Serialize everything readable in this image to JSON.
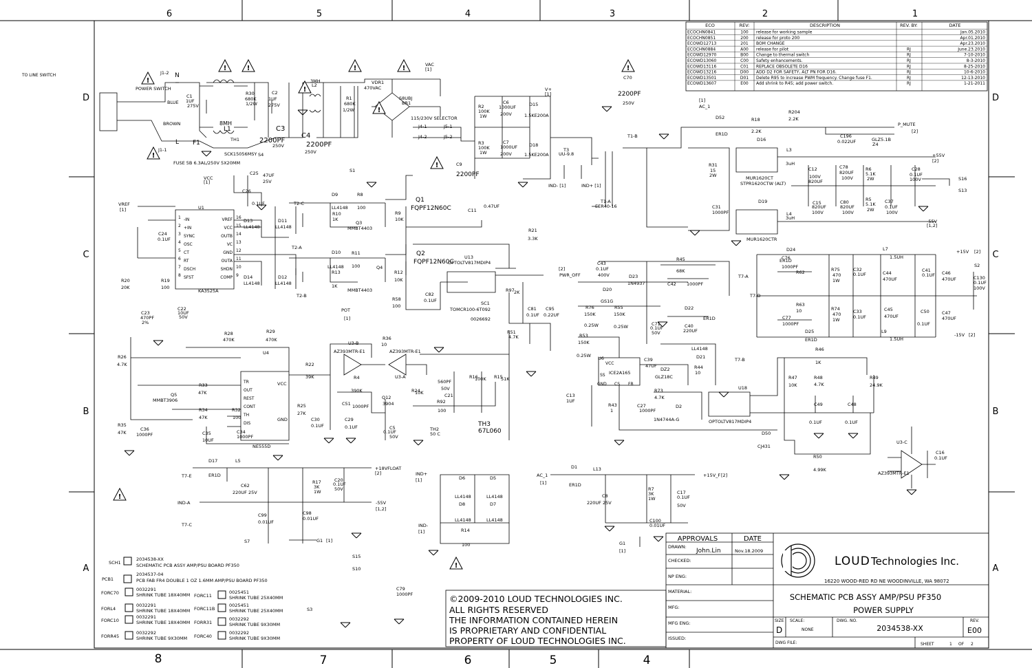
{
  "zones": {
    "top": [
      "6",
      "5",
      "4",
      "3",
      "2",
      "1"
    ],
    "bottom": [
      "8",
      "7",
      "6",
      "5",
      "4"
    ],
    "left": [
      "D",
      "C",
      "B",
      "A"
    ],
    "right": [
      "D",
      "C",
      "B",
      "A"
    ]
  },
  "line_switch_label": "TO LINE SWITCH",
  "eco_table": {
    "headers": [
      "ECO",
      "REV:",
      "DESCRIPTION",
      "REV. BY:",
      "DATE"
    ],
    "rows": [
      [
        "ECOCHN0841",
        "100",
        "release for working sample",
        "",
        "Jan.05.2010"
      ],
      [
        "ECOCHN0851",
        "200",
        "release for proto 200",
        "",
        "Apr.01.2010"
      ],
      [
        "ECOWD12713",
        "201",
        "BOM CHANGE",
        "",
        "Apr.23.2010"
      ],
      [
        "ECOCHN0884",
        "A00",
        "release for pilot",
        "RJ",
        "June.23.2010"
      ],
      [
        "ECOWD12970",
        "B00",
        "Change to thermal switch",
        "RJ",
        "7-10-2010"
      ],
      [
        "ECOWD13060",
        "C00",
        "Safety enhancements.",
        "RJ",
        "8-3-2010"
      ],
      [
        "ECOWD13116",
        "C01",
        "REPLACE OBSOLETE D16",
        "RJ",
        "8-25-2010"
      ],
      [
        "ECOWD13216",
        "D00",
        "ADD D2 FOR SAFETY, ALT PN FOR D16.",
        "RJ",
        "10-6-2010"
      ],
      [
        "ECOWD13501",
        "D01",
        "Delete R95 to increase PWM frequency. Change fuse F1.",
        "RJ",
        "12-13-2010"
      ],
      [
        "ECOWD13607",
        "E00",
        "Add shrink to R45; add power switch.",
        "RJ",
        "1-21-2011"
      ]
    ]
  },
  "labels": {
    "power_switch": "POWER SWITCH",
    "j12": "J1-2",
    "n": "N",
    "j11": "J1-1",
    "l": "L",
    "blue": "BLUE",
    "brown": "BROWN",
    "fuse": "FUSE 5B 6.3AL/250V 5X20MM",
    "f1": "F1",
    "th1": "TH1",
    "th1_val": "SCK15056MSY",
    "l1": "L1",
    "l1_val": "8MH",
    "l2": "L2",
    "l2_val": "3MH",
    "c1": "C1",
    "c1_v": "1UF",
    "c1_r": "275V",
    "r30": "R30",
    "r30_v": "680K",
    "r30_p": "1/2W",
    "c2": "C2",
    "c2_v": "1UF",
    "c2_r": "275V",
    "c3": "C3",
    "c3_v": "2200PF",
    "c3_r": "250V",
    "s4": "S4",
    "c4": "C4",
    "c4_v": "2200PF",
    "c4_r": "250V",
    "r1": "R1",
    "r1_v": "680K",
    "r1_p": "1/2W",
    "vdr1": "VDR1",
    "vdr1_v": "470VAC",
    "br1": "BR1",
    "br1_v": "S8UBJ",
    "vac": "VAC",
    "vac_pin": "[1]",
    "selector": "115/230V SELECTOR",
    "j41": "J4-1",
    "j42": "J4-2",
    "j51": "J5-1",
    "j52": "J5-2",
    "r2": "R2",
    "r2_v": "100K",
    "r2_p": "1W",
    "r3": "R3",
    "r3_v": "100K",
    "r3_p": "1W",
    "c6": "C6",
    "c6_v": "1000UF",
    "c6_r": "200V",
    "c7": "C7",
    "c7_v": "1000UF",
    "c7_r": "200V",
    "d15": "D15",
    "d15_v": "1.5KE200A",
    "d18": "D18",
    "d18_v": "1.5KE200A",
    "vplus": "V+",
    "vplus_pin": "[1]",
    "c70": "C70",
    "c70_v": "2200PF",
    "c70_r": "250V",
    "s1": "S1",
    "c9": "C9",
    "c9_v": "2200PF",
    "t3": "T3",
    "t3_v": "UU-9.8",
    "indm": "IND- [1]",
    "indp": "IND+ [1]",
    "t1a": "T1-A",
    "t1a_v": "EER40-16",
    "t1b": "T1-B",
    "ac1": "AC_1",
    "ac1_pin": "[1]",
    "vcc": "VCC",
    "vcc_pin": "[1]",
    "c25": "C25",
    "c25_v": "47UF",
    "c25_r": "25V",
    "c26": "C26",
    "c26_v": "0.1UF",
    "vref": "VREF",
    "vref_pin": "[1]",
    "u1": "U1",
    "u1_v": "KA3525A",
    "u1_pins_left": [
      "-IN",
      "+IN",
      "SYNC",
      "OSC",
      "CT",
      "RT",
      "DSCH",
      "SFST"
    ],
    "u1_pins_right": [
      "VREF",
      "VCC",
      "OUTB",
      "VC",
      "GND",
      "OUTA",
      "SHDN",
      "COMP"
    ],
    "u1_nums_left": [
      "1",
      "2",
      "3",
      "4",
      "5",
      "6",
      "7",
      "8"
    ],
    "u1_nums_right": [
      "16",
      "15",
      "14",
      "13",
      "12",
      "11",
      "10",
      "9"
    ],
    "c24": "C24",
    "c24_v": "0.1UF",
    "r20": "R20",
    "r20_v": "20K",
    "r19": "R19",
    "r19_v": "100",
    "c23": "C23",
    "c23_v": "470PF",
    "c23_t": "2%",
    "c22": "C22",
    "c22_v": "10UF",
    "c22_r": "50V",
    "d13": "D13",
    "d13_v": "LL4148",
    "d11": "D11",
    "d11_v": "LL4148",
    "d14": "D14",
    "d14_v": "LL4148",
    "d12": "D12",
    "d12_v": "LL4148",
    "t2c": "T2-C",
    "t2a": "T2-A",
    "t2b": "T2-B",
    "d9": "D9",
    "d9_v": "LL4148",
    "r8": "R8",
    "r8_v": "100",
    "r10": "R10",
    "r10_v": "1K",
    "q3": "Q3",
    "q3_v": "MMBT4403",
    "r9": "R9",
    "r9_v": "10K",
    "q1": "Q1",
    "q1_v": "FQPF12N60C",
    "c11": "C11",
    "c11_v": "0.47UF",
    "d10": "D10",
    "d10_v": "LL4148",
    "r11": "R11",
    "r11_v": "100",
    "r13": "R13",
    "r13_v": "1K",
    "q4": "Q4",
    "q4_v": "MMBT4403",
    "r12": "R12",
    "r12_v": "10K",
    "q2": "Q2",
    "q2_v": "FQPF12N60C",
    "r21": "R21",
    "r21_v": "3.3K",
    "u13": "U13",
    "u13_v": "OPTOLTV817MDIP4",
    "pwr_off": "PWR_OFF",
    "pwr_off_pin": "[2]",
    "r58": "R58",
    "r58_v": "100",
    "c82": "C82",
    "c82_v": "0.1UF",
    "sc1": "SC1",
    "sc1_v": "TOMCR100-6T092",
    "sc1_p": "0026692",
    "r97": "R97",
    "r97_v": "2K",
    "r51": "R51",
    "r51_v": "4.7K",
    "c81": "C81",
    "c81_v": "0.1UF",
    "c95": "C95",
    "c95_v": "0.22UF",
    "pot": "POT",
    "pot_pin": "[1]",
    "r36": "R36",
    "r36_v": "10",
    "c70b": "C70",
    "t2a_lbl": "T2-A",
    "r28": "R28",
    "r28_v": "470K",
    "r29": "R29",
    "r29_v": "470K",
    "u4": "U4",
    "u4_v": "NE555D",
    "u4_pins": [
      "TR",
      "OUT",
      "REST",
      "CONT",
      "TH",
      "DIS"
    ],
    "u4_vcc": "VCC",
    "u4_gnd": "GND",
    "r26": "R26",
    "r26_v": "4.7K",
    "q5": "Q5",
    "q5_v": "MMBT3906",
    "r33": "R33",
    "r33_v": "47K",
    "r34": "R34",
    "r34_v": "47K",
    "r32": "R32",
    "r32_v": "100",
    "r35": "R35",
    "r35_v": "47K",
    "c36": "C36",
    "c36_v": "1000PF",
    "c35": "C35",
    "c35_v": "10UF",
    "c34": "C34",
    "c34_v": "1000PF",
    "r22": "R22",
    "r22_v": "39K",
    "r25": "R25",
    "r25_v": "27K",
    "u3b": "U3-B",
    "u3b_v": "AZ393MTR-E1",
    "u3a": "U3-A",
    "u3a_v": "AZ393MTR-E1",
    "r4": "R4",
    "r4_v": "390K",
    "c51": "C51",
    "c51_v": "1000PF",
    "c30": "C30",
    "c30_v": "0.1UF",
    "c29": "C29",
    "c29_v": "0.1UF",
    "q12": "Q12",
    "q12_v": "3904",
    "c5": "C5",
    "c5_v": "0.1UF",
    "c5_r": "50V",
    "r24": "R24",
    "r24_v": "10K",
    "r92": "R92",
    "r92_v": "100",
    "c21": "C21",
    "c21_v": "560PF",
    "c21_r": "50V",
    "th2": "TH2",
    "th2_v": "50 C",
    "r16": "R16",
    "r16_v": "100K",
    "r15": "R15",
    "r15_v": "51K",
    "th3": "TH3",
    "th3_v": "67L060",
    "d17": "D17",
    "d17_v": "ER1D",
    "l5": "L5",
    "t7e": "T7-E",
    "t7c": "T7-C",
    "c62": "C62",
    "c62_v": "220UF 25V",
    "r17": "R17",
    "r17_v": "3K",
    "r17_p": "1W",
    "c20": "C20",
    "c20_v": "0.1UF",
    "c20_r": "50V",
    "p18vfloat": "+18VFLOAT",
    "p18vfloat_pin": "[2]",
    "m55v": "-55V",
    "m55v_pin": "[1,2]",
    "inda": "IND-A",
    "c99": "C99",
    "c99_v": "0.01UF",
    "c98": "C98",
    "c98_v": "0.01UF",
    "s7": "S7",
    "g1": "G1",
    "g1_pin": "[1]",
    "indp2": "IND+",
    "indp2_pin": "[1]",
    "indm2": "IND-",
    "indm2_pin": "[1]",
    "d6": "D6",
    "d6_v": "LL4148",
    "d5": "D5",
    "d5_v": "LL4148",
    "d8": "D8",
    "d8_v": "LL4148",
    "d7": "D7",
    "d7_v": "LL4148",
    "r14": "R14",
    "r14_v": "100",
    "d52": "D52",
    "d52_v": "ER1D",
    "r18": "R18",
    "r18_v": "2.2K",
    "r204": "R204",
    "r204_v": "2.2K",
    "c196": "C196",
    "c196_v": "0.022UF",
    "p_mute": "P_MUTE",
    "p_mute_pin": "[2]",
    "z4": "Z4",
    "z4_v": "GLZ5.1B",
    "d16": "D16",
    "d16_v": "MUR1620CT",
    "d16_alt": "STPR1620CTW (ALT)",
    "d19": "D19",
    "d19_v": "MUR1620CTR",
    "r31": "R31",
    "r31_v": "15",
    "r31_p": "2W",
    "c31": "C31",
    "c31_v": "1000PF",
    "l3": "L3",
    "l3_v": "3uH",
    "l4": "L4",
    "l4_v": "3uH",
    "c12": "C12",
    "c12_v": "100V",
    "c12_r": "820UF",
    "c78": "C78",
    "c78_v": "820UF",
    "c78_r": "100V",
    "r6": "R6",
    "r6_v": "5.1K",
    "r6_p": "2W",
    "c28": "C28",
    "c28_v": "0.1UF",
    "c28_r": "100V",
    "p55v": "+55V",
    "p55v_pin": "[2]",
    "c15": "C15",
    "c15_v": "820UF",
    "c15_r": "100V",
    "c80": "C80",
    "c80_v": "820UF",
    "c80_r": "100V",
    "r5": "R5",
    "r5_v": "5.1K",
    "r5_p": "2W",
    "c37": "C37",
    "c37_v": "0.1UF",
    "c37_r": "100V",
    "m55v2": "-55V",
    "m55v2_pin": "[1,2]",
    "s16": "S16",
    "s13": "S13",
    "c43": "C43",
    "c43_v": "0.1UF",
    "c43_r": "400V",
    "d23": "D23",
    "d23_v": "1N4937",
    "r45": "R45",
    "r45_v": "68K",
    "c42": "C42",
    "c42_v": "1000PF",
    "t7a": "T7-A",
    "d20": "D20",
    "d20_v": "GS1G",
    "r76": "R76",
    "r76_v": "150K",
    "r76_p": "0.25W",
    "r55": "R55",
    "r55_v": "150K",
    "r55_p": "0.25W",
    "r53": "R53",
    "r53_v": "150K",
    "r53_p": "0.25W",
    "d22": "D22",
    "d22_v": "ER1D",
    "c71": "C71",
    "c71_v": "0.1UF",
    "c71_r": "50V",
    "c40": "C40",
    "c40_v": "220UF",
    "u6": "U6",
    "u6_v": "ICE2A165",
    "u6_pins": [
      "SS",
      "VCC",
      "GND",
      "CS",
      "FB"
    ],
    "c39": "C39",
    "c39_v": "47UF",
    "dz2": "DZ2",
    "dz2_v": "GLZ18C",
    "r44": "R44",
    "r44_v": "10",
    "d21": "D21",
    "d21_v": "LL4148",
    "t7b": "T7-B",
    "c13": "C13",
    "c13_v": "1UF",
    "r43": "R43",
    "r43_v": "1",
    "c27": "C27",
    "c27_v": "1000PF",
    "r73": "R73",
    "r73_v": "4.7K",
    "d2": "D2",
    "d2_v": "1N4744A-G",
    "u18": "U18",
    "u18_v": "OPTOLTV817MDIP4",
    "d24": "D24",
    "d24_v": "ER1D",
    "c76": "C76",
    "c76_v": "1000PF",
    "r62": "R62",
    "r62_v": "10",
    "r75": "R75",
    "r75_v": "470",
    "r75_p": "1W",
    "c32": "C32",
    "c32_v": "0.1UF",
    "c44": "C44",
    "c44_v": "470UF",
    "l7": "L7",
    "l7_v": "1.5UH",
    "c41": "C41",
    "c41_v": "0.1UF",
    "c46": "C46",
    "c46_v": "470UF",
    "p15v": "+15V",
    "p15v_pin": "[2]",
    "s2": "S2",
    "c130": "C130",
    "c130_v": "0.1UF",
    "c130_r": "100V",
    "t7d": "T7-D",
    "r63": "R63",
    "r63_v": "10",
    "c77": "C77",
    "c77_v": "1000PF",
    "r74": "R74",
    "r74_v": "470",
    "r74_p": "1W",
    "c33": "C33",
    "c33_v": "0.1UF",
    "c45": "C45",
    "c45_v": "470UF",
    "c50": "C50",
    "c50_v": "0.1UF",
    "c47": "C47",
    "c47_v": "470UF",
    "d25": "D25",
    "d25_v": "ER1D",
    "l9": "L9",
    "l9_v": "1.5UH",
    "m15v": "-15V",
    "m15v_pin": "[2]",
    "r46": "R46",
    "r46_v": "1K",
    "r47": "R47",
    "r47_v": "10K",
    "r48": "R48",
    "r48_v": "4.7K",
    "r49": "R49",
    "r49_v": "24.9K",
    "c49": "C49",
    "c49_v": "0.1UF",
    "c48": "C48",
    "c48_v": "0.1UF",
    "d50": "D50",
    "d50_v": "CJ431",
    "r50": "R50",
    "r50_v": "4.99K",
    "u3c": "U3-C",
    "u3c_v": "AZ393MTR-E1",
    "c16": "C16",
    "c16_v": "0.1UF",
    "d1": "D1",
    "d1_v": "ER1D",
    "l13": "L13",
    "ac1b": "AC_1",
    "ac1b_pin": "[1]",
    "p15vf": "+15V_F",
    "p15vf_pin": "[2]",
    "c8": "C8",
    "c8_v": "220UF 25V",
    "r7": "R7",
    "r7_v": "3K",
    "r7_p": "1W",
    "c17": "C17",
    "c17_v": "0.1UF",
    "c17_r": "50V",
    "c100": "C100",
    "c100_v": "0.01UF",
    "g1b": "G1",
    "g1b_pin": "[1]",
    "s15": "S15",
    "s10": "S10",
    "s3": "S3",
    "c79": "C79",
    "c79_v": "1000PF",
    "pin4": "4",
    "pin8": "8",
    "pin16": "16",
    "pin1": "1",
    "pin2": "2",
    "pin3": "3"
  },
  "parts_list": [
    {
      "ref": "SCH1",
      "pn": "2034538-XX",
      "desc": "SCHEMATIC PCB ASSY AMP/PSU BOARD PF350"
    },
    {
      "ref": "PCB1",
      "pn": "2034537-04",
      "desc": "PCB FAB FR4 DOUBLE 1 OZ 1.6MM AMP/PSU BOARD PF350"
    }
  ],
  "shrink_list": [
    {
      "ref": "FORC70",
      "pn": "0032291",
      "desc": "SHRINK TUBE 18X40MM"
    },
    {
      "ref": "FORL4",
      "pn": "0032291",
      "desc": "SHRINK TUBE 18X40MM"
    },
    {
      "ref": "FORC10",
      "pn": "0032291",
      "desc": "SHRINK TUBE 18X40MM"
    },
    {
      "ref": "FORR45",
      "pn": "0032292",
      "desc": "SHRINK TUBE 9X30MM"
    },
    {
      "ref": "FORC11",
      "pn": "0025451",
      "desc": "SHRINK TUBE 25X40MM"
    },
    {
      "ref": "FORC11B",
      "pn": "0025451",
      "desc": "SHRINK TUBE 25X40MM"
    },
    {
      "ref": "FORR31",
      "pn": "0032292",
      "desc": "SHRINK TUBE 9X30MM"
    },
    {
      "ref": "FORC40",
      "pn": "0032292",
      "desc": "SHRINK TUBE 9X30MM"
    }
  ],
  "copyright": [
    "©2009-2010 LOUD TECHNOLOGIES INC.",
    "ALL RIGHTS RESERVED",
    "THE INFORMATION CONTAINED HEREIN",
    "IS PROPRIETARY AND CONFIDENTIAL",
    "PROPERTY OF LOUD TECHNOLOGIES INC."
  ],
  "title_block": {
    "approvals": "APPROVALS",
    "date": "DATE",
    "drawn_label": "DRAWN:",
    "drawn_by": "John.Lin",
    "drawn_date": "Nov.18.2009",
    "checked": "CHECKED:",
    "np_eng": "NP ENG:",
    "material": "MATERIAL:",
    "mfg": "MFG:",
    "mfg_eng": "MFG ENG:",
    "issued": "ISSUED:",
    "company": "Technologies Inc.",
    "logo_word": "LOUD",
    "address": "16220 WOOD-RED RD NE WOODINVILLE, WA 98072",
    "title1": "SCHEMATIC PCB ASSY AMP/PSU PF350",
    "title2": "POWER SUPPLY",
    "size_label": "SIZE",
    "size": "D",
    "scale_label": "SCALE:",
    "scale": "NONE",
    "dwg_no_label": "DWG. NO.",
    "dwg_no": "2034538-XX",
    "rev_label": "REV.",
    "rev": "E00",
    "dwg_file": "DWG FILE:",
    "sheet_label": "SHEET",
    "sheet": "1",
    "of_label": "OF",
    "of": "2"
  }
}
